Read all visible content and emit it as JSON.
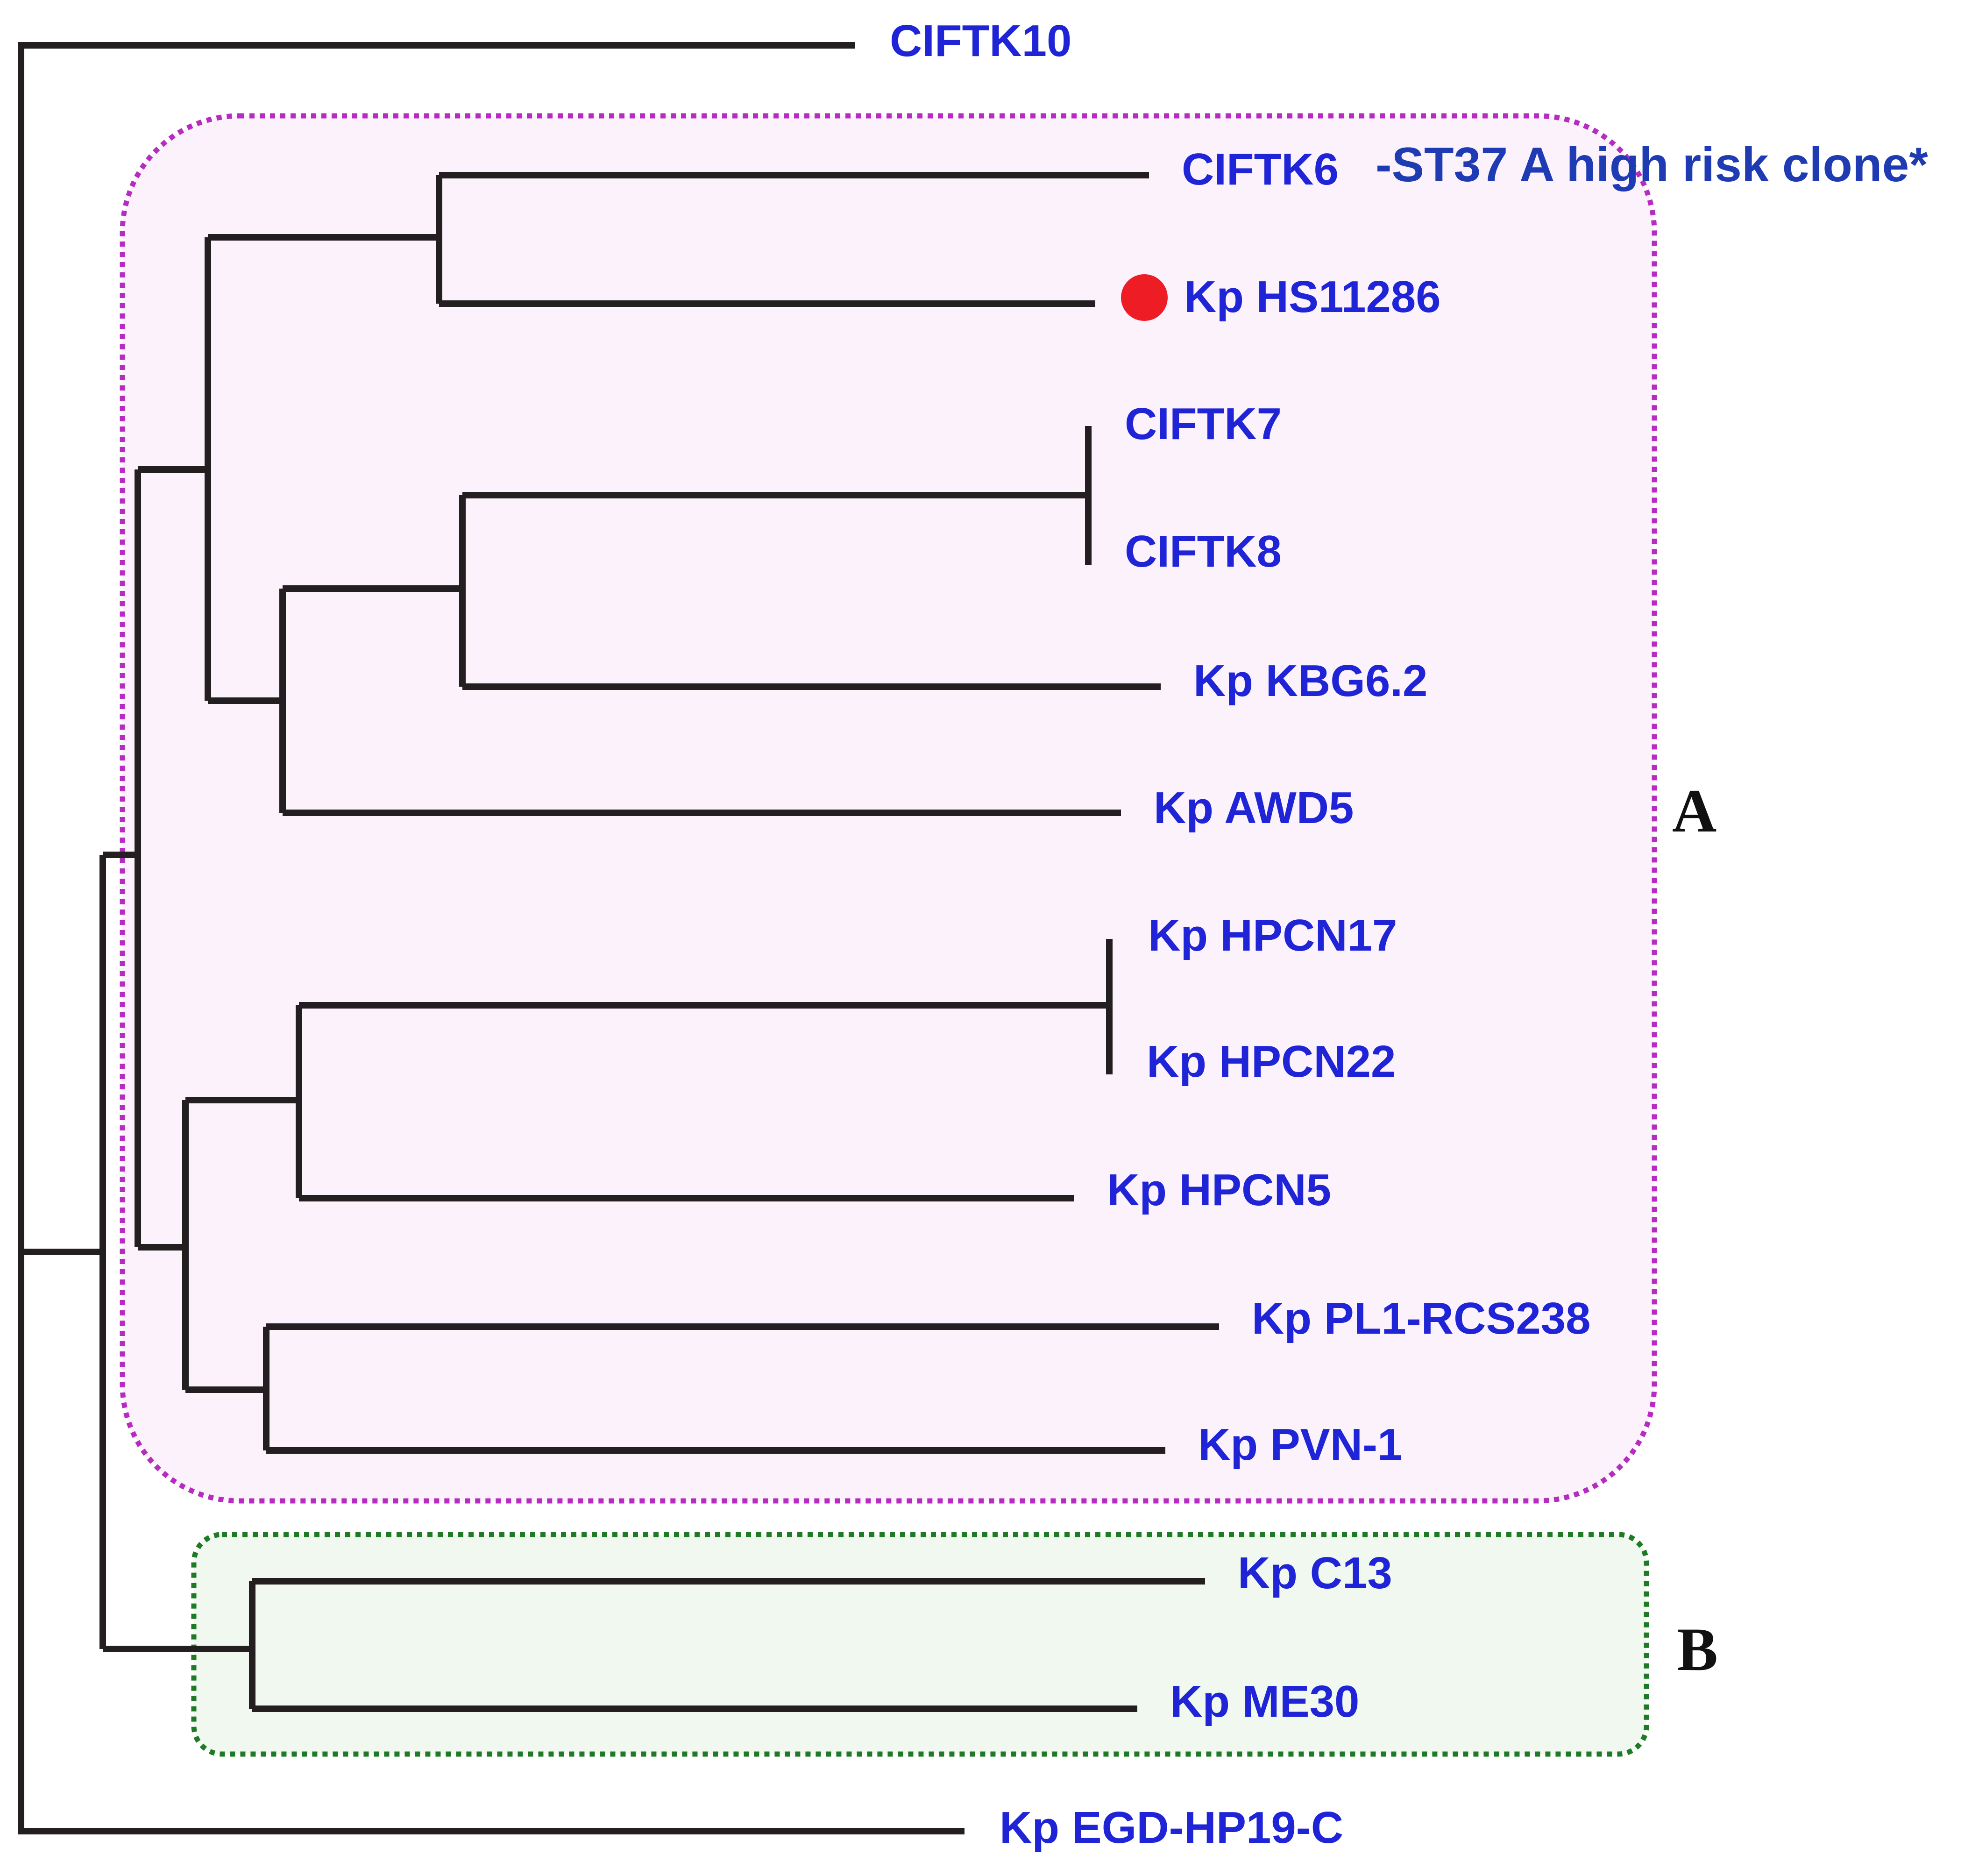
{
  "colors": {
    "leaf_text": "#1f24d6",
    "note_text": "#1f3bb3",
    "branch": "#231f20",
    "group_a_border": "#b62bc0",
    "group_a_fill": "#fcf2fc",
    "group_b_border": "#1e7a24",
    "group_b_fill": "#f1f8ef",
    "reference_marker": "#ee1c25"
  },
  "leaves": {
    "ciftk10": "CIFTK10",
    "ciftk6": "CIFTK6",
    "hs11286": "Kp HS11286",
    "ciftk7": "CIFTK7",
    "ciftk8": "CIFTK8",
    "kbg62": "Kp KBG6.2",
    "awd5": "Kp AWD5",
    "hpcn17": "Kp HPCN17",
    "hpcn22": "Kp HPCN22",
    "hpcn5": "Kp HPCN5",
    "pl1": "Kp PL1-RCS238",
    "pvn1": "Kp PVN-1",
    "c13": "Kp C13",
    "me30": "Kp ME30",
    "egd": "Kp EGD-HP19-C"
  },
  "annotation": "-ST37 A high risk clone*",
  "groups": {
    "a": "A",
    "b": "B"
  },
  "reference_marker": "red-dot"
}
